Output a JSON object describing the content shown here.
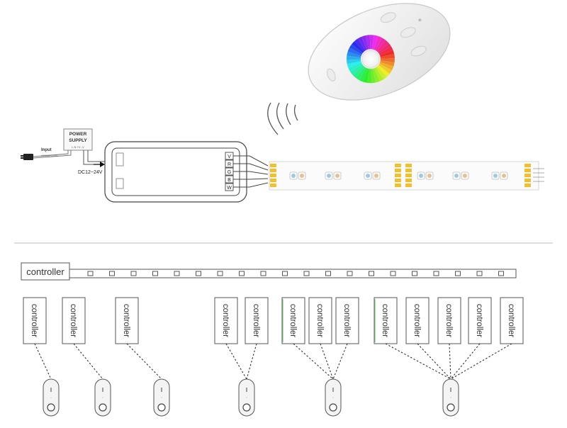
{
  "wiring": {
    "power_supply": {
      "line1": "POWER",
      "line2": "SUPPLY",
      "terminals": "L N +V -V"
    },
    "input": {
      "label": "Input",
      "voltage": "AC110~220V"
    },
    "dc_label": "DC12~24V",
    "controller_ports": [
      "V",
      "R",
      "G",
      "B",
      "W"
    ]
  },
  "bottom": {
    "main_controller_label": "controller",
    "unit_label": "controller"
  },
  "colors": {
    "line": "#333333",
    "strip_tab": "#f2c02e",
    "remote_body": "#f4f4f4"
  }
}
